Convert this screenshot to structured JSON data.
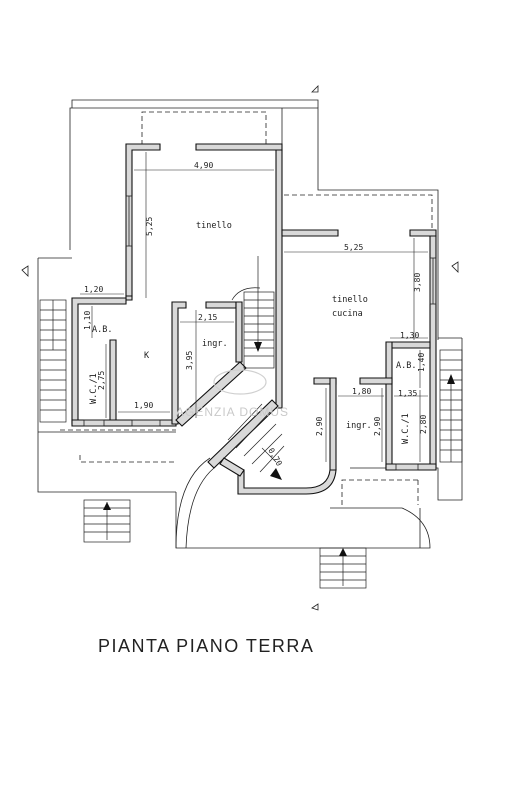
{
  "plan": {
    "title": "PIANTA PIANO TERRA",
    "watermark": "AGENZIA DOMUS",
    "rooms": {
      "tinello": "tinello",
      "tinello_cucina_1": "tinello",
      "tinello_cucina_2": "cucina",
      "ab_left": "A.B.",
      "ab_right": "A.B.",
      "k": "K",
      "ingr_left": "ingr.",
      "ingr_right": "ingr.",
      "wc_left": "W.C./1",
      "wc_right": "W.C./1"
    },
    "dimensions": {
      "d_4_90": "4,90",
      "d_5_25_v": "5,25",
      "d_5_25_h": "5,25",
      "d_3_80": "3,80",
      "d_1_20": "1,20",
      "d_1_10": "1,10",
      "d_2_75": "2,75",
      "d_1_90": "1,90",
      "d_2_15": "2,15",
      "d_3_95": "3,95",
      "d_1_30": "1,30",
      "d_1_40": "1,40",
      "d_1_80": "1,80",
      "d_1_35": "1,35",
      "d_2_90_a": "2,90",
      "d_2_90_b": "2,90",
      "d_2_80": "2,80",
      "d_0_70": "0,70"
    },
    "colors": {
      "wall_fill": "#d9d9d9",
      "line": "#222222",
      "watermark": "#c9c9c9"
    }
  }
}
